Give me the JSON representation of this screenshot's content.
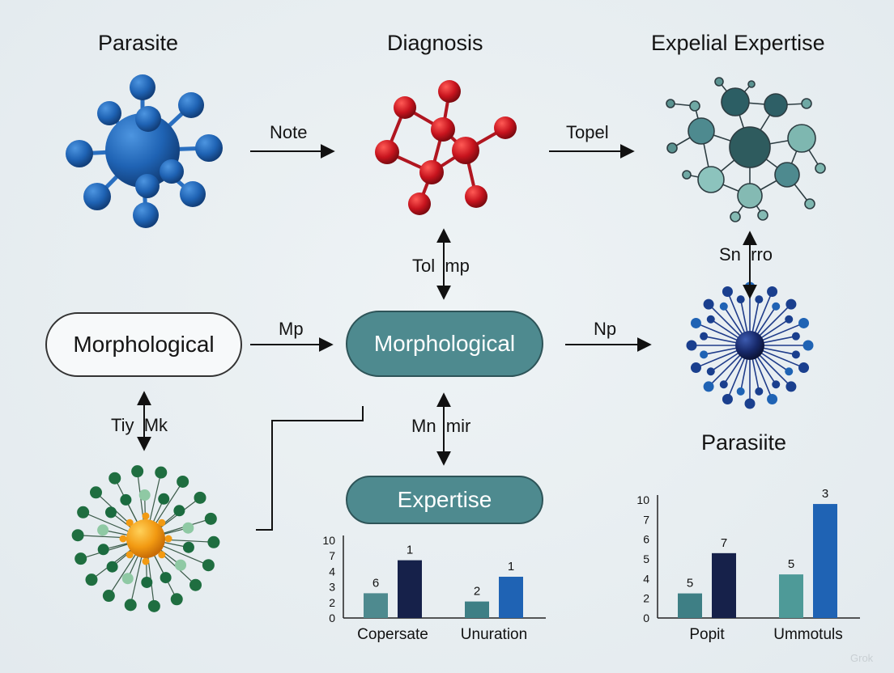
{
  "titles": {
    "top_left": "Parasite",
    "top_center": "Diagnosis",
    "top_right": "Expelial Expertise",
    "mid_right": "Parasiite"
  },
  "arrows": {
    "top_left": "Note",
    "top_right": "Topel",
    "center_vertical_top": "Tol  mp",
    "right_vertical": "Sn  rro",
    "mid_left": "Mp",
    "mid_right": "Np",
    "left_vertical": "Tiy  Mk",
    "center_vertical_bottom": "Mn  mir"
  },
  "nodes": {
    "morphological_left": "Morphological",
    "morphological_center": "Morphological",
    "expertise": "Expertise"
  },
  "colors": {
    "blue": "#1f63b4",
    "red": "#c8141e",
    "teal": "#4e8a8f",
    "navy": "#16214a",
    "green": "#1b6b3f",
    "orange": "#f29a12"
  },
  "chart_data": [
    {
      "type": "bar",
      "categories": [
        "Copersate",
        "Unuration"
      ],
      "series": [
        {
          "values": [
            3,
            2
          ]
        },
        {
          "values": [
            7,
            5
          ]
        }
      ],
      "data_labels": [
        [
          "6",
          "1"
        ],
        [
          "2",
          "1"
        ]
      ],
      "yticks": [
        "0",
        "2",
        "3",
        "4",
        "7",
        "10"
      ],
      "colors": [
        "#4e8a8f",
        "#16214a",
        "#3e7f85",
        "#1f63b4"
      ],
      "ylim": [
        0,
        10
      ]
    },
    {
      "type": "bar",
      "categories": [
        "Popit",
        "Ummotuls"
      ],
      "series": [
        {
          "values": [
            2.2,
            3.9
          ]
        },
        {
          "values": [
            5.8,
            10.2
          ]
        }
      ],
      "data_labels": [
        [
          "5",
          "7"
        ],
        [
          "5",
          "3"
        ]
      ],
      "yticks": [
        "0",
        "2",
        "4",
        "5",
        "6",
        "7",
        "10"
      ],
      "colors": [
        "#3e7f85",
        "#16214a",
        "#4e9a98",
        "#1f63b4"
      ],
      "ylim": [
        0,
        11
      ]
    }
  ],
  "watermark": "Grok"
}
